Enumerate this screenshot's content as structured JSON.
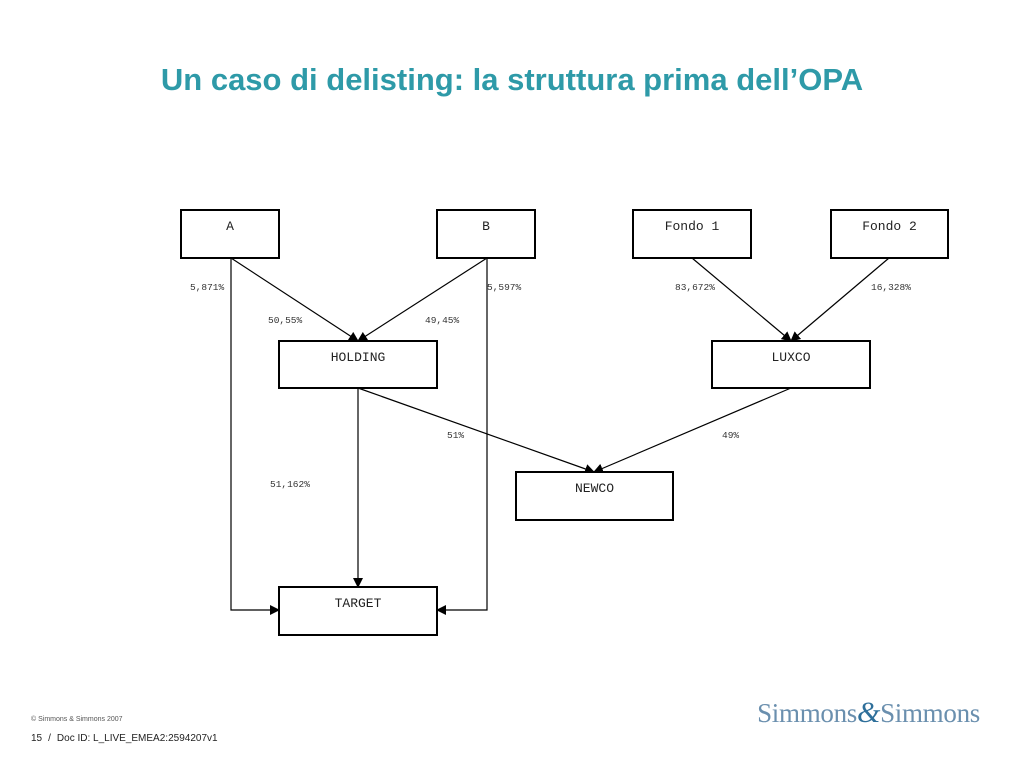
{
  "title": "Un caso di delisting: la struttura prima dell’OPA",
  "nodes": [
    {
      "id": "A",
      "label": "A"
    },
    {
      "id": "B",
      "label": "B"
    },
    {
      "id": "FONDO1",
      "label": "Fondo 1"
    },
    {
      "id": "FONDO2",
      "label": "Fondo 2"
    },
    {
      "id": "HOLDING",
      "label": "HOLDING"
    },
    {
      "id": "LUXCO",
      "label": "LUXCO"
    },
    {
      "id": "NEWCO",
      "label": "NEWCO"
    },
    {
      "id": "TARGET",
      "label": "TARGET"
    }
  ],
  "edges": [
    {
      "from": "A",
      "to": "HOLDING",
      "label": "50,55%"
    },
    {
      "from": "B",
      "to": "HOLDING",
      "label": "49,45%"
    },
    {
      "from": "A",
      "to": "TARGET",
      "label": "5,871%"
    },
    {
      "from": "B",
      "to": "TARGET",
      "label": "5,597%"
    },
    {
      "from": "FONDO1",
      "to": "LUXCO",
      "label": "83,672%"
    },
    {
      "from": "FONDO2",
      "to": "LUXCO",
      "label": "16,328%"
    },
    {
      "from": "HOLDING",
      "to": "NEWCO",
      "label": "51%"
    },
    {
      "from": "LUXCO",
      "to": "NEWCO",
      "label": "49%"
    },
    {
      "from": "HOLDING",
      "to": "TARGET",
      "label": "51,162%"
    }
  ],
  "footer": {
    "copyright": "© Simmons & Simmons 2007",
    "page_number": "15",
    "separator": "/",
    "doc_id": "Doc ID: L_LIVE_EMEA2:2594207v1"
  },
  "logo": {
    "part1": "Simmons",
    "amp": "&",
    "part2": "Simmons"
  }
}
